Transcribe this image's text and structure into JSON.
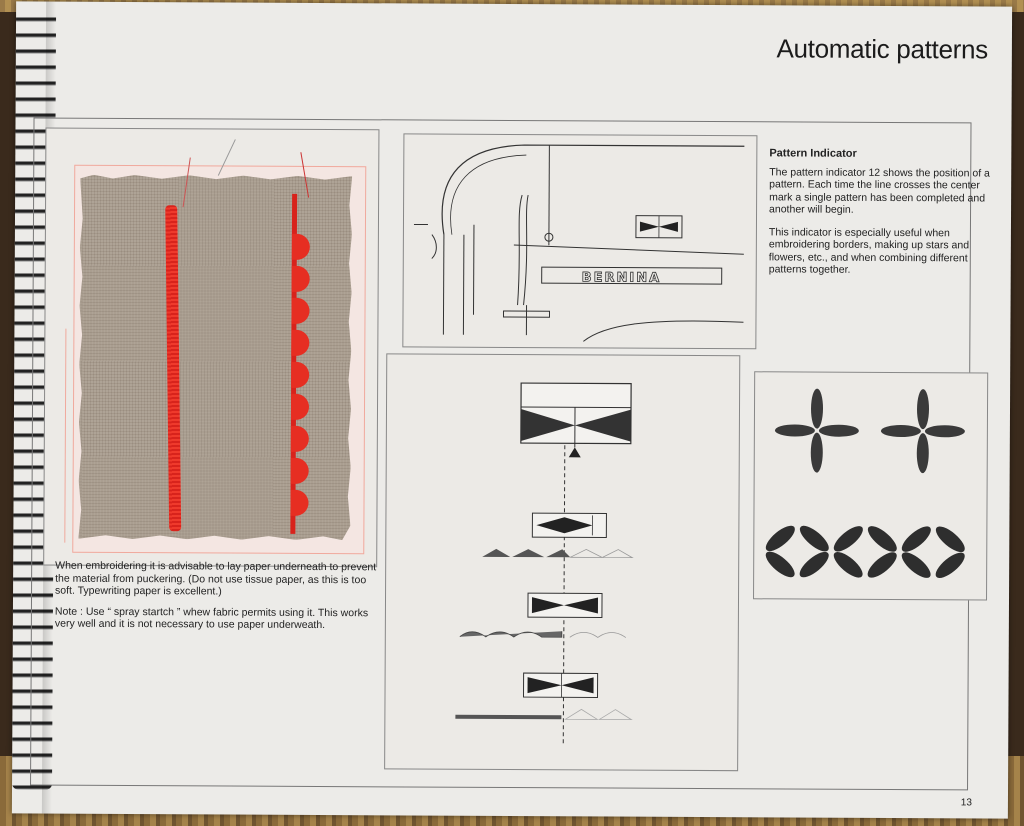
{
  "header": {
    "title": "Automatic patterns"
  },
  "photo_caption": {
    "paragraph_1": "When embroidering it is advisable to lay paper underneath to prevent the material from puckering. (Do not use tissue paper, as this is too soft. Typewriting paper is excellent.)",
    "paragraph_2": "Note : Use “ spray startch ” whew fabric permits using it. This works very well and it is not necessary to use paper underweath."
  },
  "pattern_indicator": {
    "heading": "Pattern Indicator",
    "paragraph_1": "The pattern indicator 12 shows the position of a pattern. Each time the line crosses the center mark a single pattern has been completed and another will begin.",
    "paragraph_2": "This indicator is especially useful when embroidering borders, making up stars and flowers, etc., and when combining different patterns together."
  },
  "machine_illustration": {
    "brand_label": "BERNINA"
  },
  "footer": {
    "page_number": "13"
  },
  "colors": {
    "page": "#ecebe8",
    "thread_red": "#e62e22",
    "fabric": "#a6998a",
    "ink": "#1b1b1b"
  }
}
